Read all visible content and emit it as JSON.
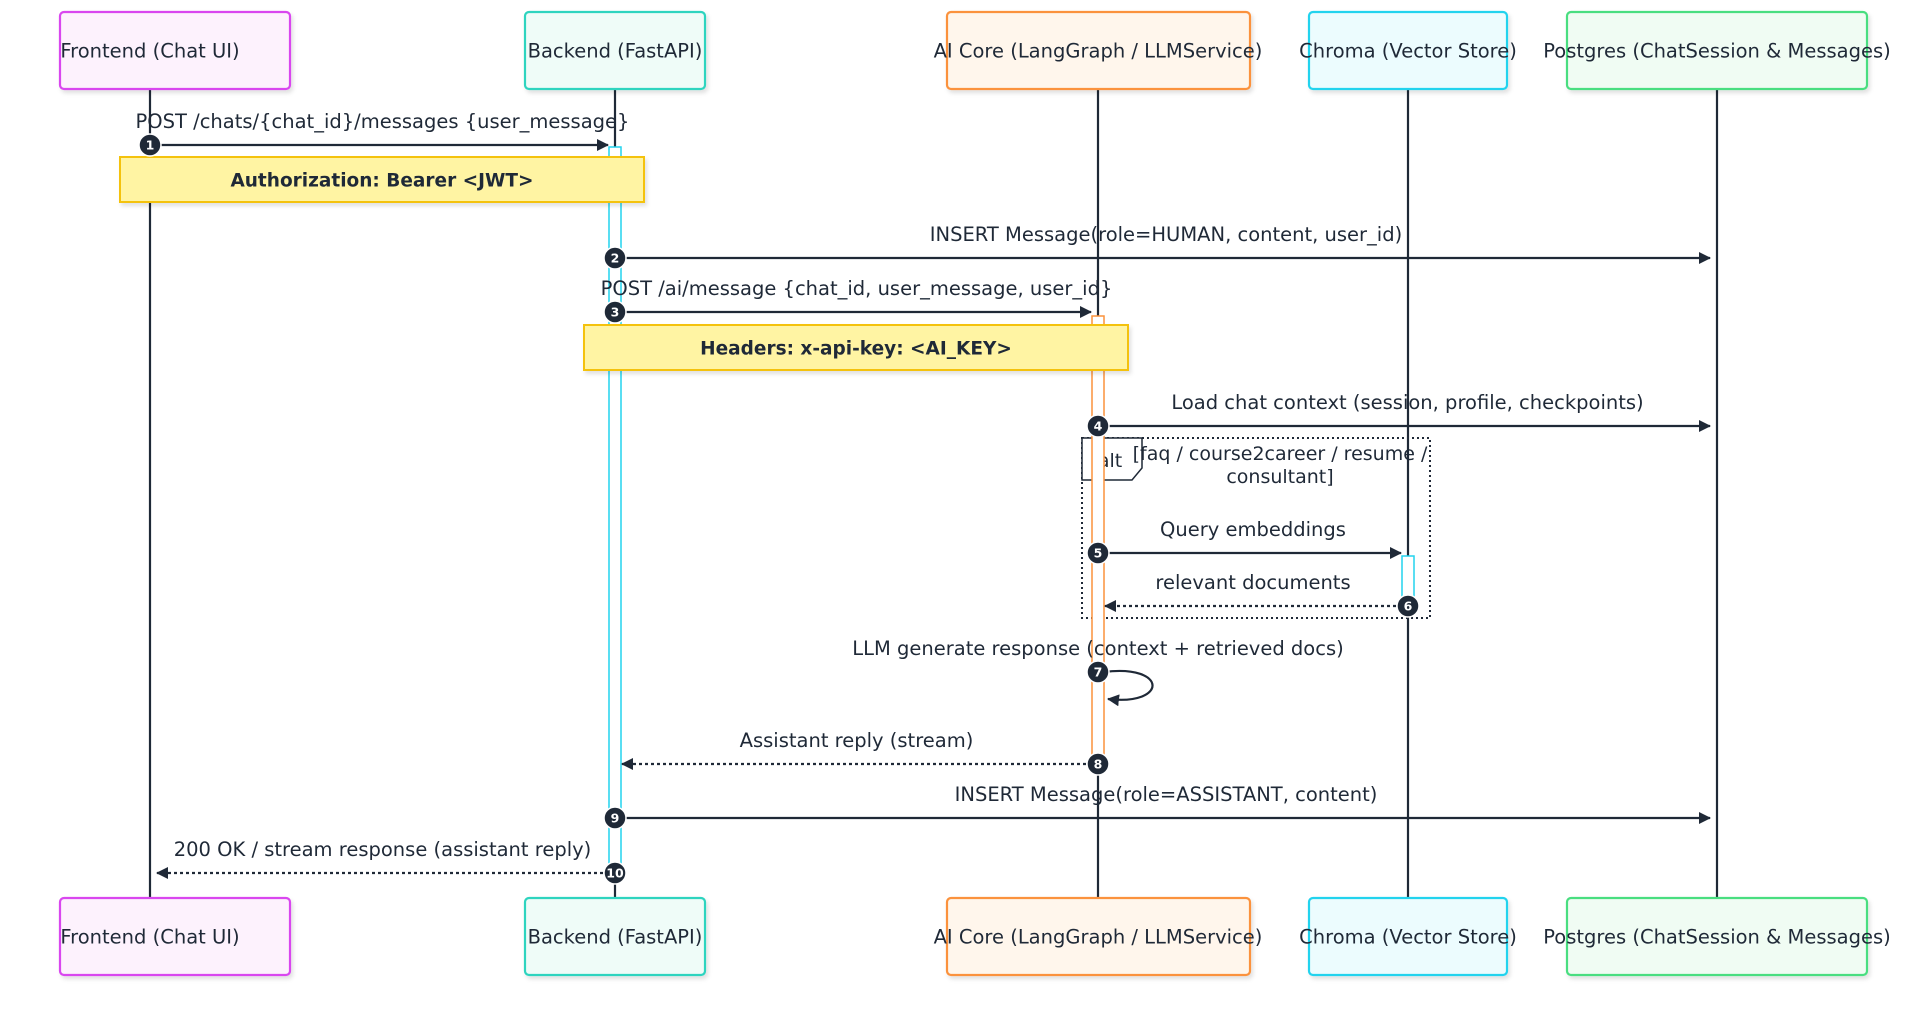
{
  "participants": [
    {
      "id": "frontend",
      "label": "Frontend (Chat UI)",
      "stroke": "#d946ef",
      "fill": "#fdf2fd"
    },
    {
      "id": "backend",
      "label": "Backend (FastAPI)",
      "stroke": "#2dd4bf",
      "fill": "#effcf8"
    },
    {
      "id": "aicore",
      "label": "AI Core (LangGraph / LLMService)",
      "stroke": "#fb923c",
      "fill": "#fff6ec"
    },
    {
      "id": "chroma",
      "label": "Chroma (Vector Store)",
      "stroke": "#22d3ee",
      "fill": "#ecfcfe"
    },
    {
      "id": "postgres",
      "label": "Postgres (ChatSession & Messages)",
      "stroke": "#4ade80",
      "fill": "#f0fcf3"
    }
  ],
  "messages": [
    {
      "num": "1",
      "from": "frontend",
      "to": "backend",
      "label": "POST /chats/{chat_id}/messages {user_message}",
      "style": "solid"
    },
    {
      "num": "2",
      "from": "backend",
      "to": "postgres",
      "label": "INSERT Message(role=HUMAN, content, user_id)",
      "style": "solid"
    },
    {
      "num": "3",
      "from": "backend",
      "to": "aicore",
      "label": "POST /ai/message {chat_id, user_message, user_id}",
      "style": "solid"
    },
    {
      "num": "4",
      "from": "aicore",
      "to": "postgres",
      "label": "Load chat context (session, profile, checkpoints)",
      "style": "solid"
    },
    {
      "num": "5",
      "from": "aicore",
      "to": "chroma",
      "label": "Query embeddings",
      "style": "solid"
    },
    {
      "num": "6",
      "from": "chroma",
      "to": "aicore",
      "label": "relevant documents",
      "style": "dashed"
    },
    {
      "num": "7",
      "from": "aicore",
      "to": "aicore",
      "label": "LLM generate response (context + retrieved docs)",
      "style": "solid"
    },
    {
      "num": "8",
      "from": "aicore",
      "to": "backend",
      "label": "Assistant reply (stream)",
      "style": "dashed"
    },
    {
      "num": "9",
      "from": "backend",
      "to": "postgres",
      "label": "INSERT Message(role=ASSISTANT, content)",
      "style": "solid"
    },
    {
      "num": "10",
      "from": "backend",
      "to": "frontend",
      "label": "200 OK / stream response (assistant reply)",
      "style": "dashed"
    }
  ],
  "notes": [
    {
      "text": "Authorization: Bearer <JWT>",
      "over": [
        "frontend",
        "backend"
      ]
    },
    {
      "text": "Headers: x-api-key: <AI_KEY>",
      "over": [
        "backend",
        "aicore"
      ]
    }
  ],
  "alt": {
    "keyword": "alt",
    "condition_lines": [
      "[faq / course2career / resume /",
      "consultant]"
    ]
  },
  "colors": {
    "line": "#1f2937",
    "note_fill": "#fff4a3",
    "note_stroke": "#f4c20d",
    "badge": "#1f2937"
  }
}
